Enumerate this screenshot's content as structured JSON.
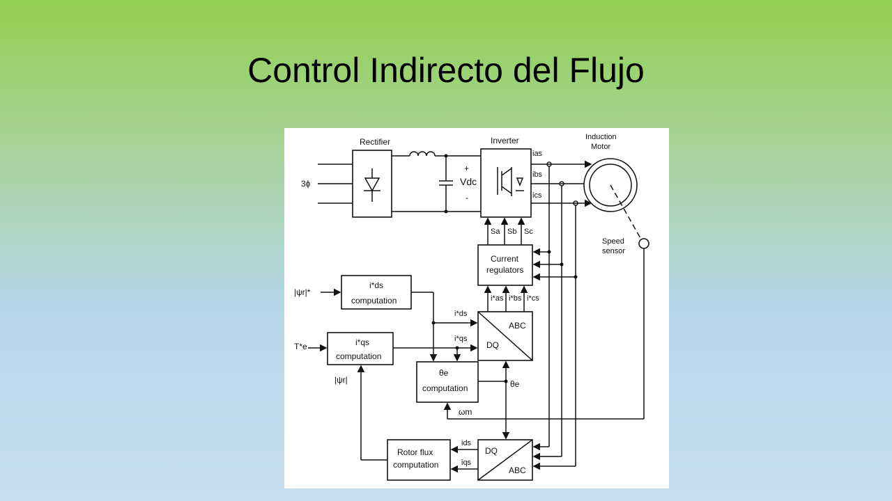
{
  "slide": {
    "title": "Control Indirecto del Flujo"
  },
  "diagram": {
    "blocks": {
      "rectifier": "Rectifier",
      "inverter": "Inverter",
      "motor_line1": "Induction",
      "motor_line2": "Motor",
      "current_reg_line1": "Current",
      "current_reg_line2": "regulators",
      "ids_comp_top": "i*ds",
      "ids_comp_bottom": "computation",
      "iqs_comp_top": "i*qs",
      "iqs_comp_bottom": "computation",
      "theta_comp_top": "θe",
      "theta_comp_bottom": "computation",
      "flux_comp_line1": "Rotor flux",
      "flux_comp_line2": "computation",
      "dq_abc_top_dq": "DQ",
      "dq_abc_top_abc": "ABC",
      "dq_abc_bot_dq": "DQ",
      "dq_abc_bot_abc": "ABC",
      "speed_sensor_line1": "Speed",
      "speed_sensor_line2": "sensor"
    },
    "signals": {
      "three_phase": "3ϕ",
      "vdc": "Vdc",
      "plus": "+",
      "minus": "-",
      "ias": "ias",
      "ibs": "ibs",
      "ics": "ics",
      "sa": "Sa",
      "sb": "Sb",
      "sc": "Sc",
      "ias_ref": "i*as",
      "ibs_ref": "i*bs",
      "ics_ref": "i*cs",
      "psi_ref": "|ψr|*",
      "te_ref": "T*e",
      "psi_est": "|ψr|",
      "ids_ref": "i*ds",
      "iqs_ref": "i*qs",
      "theta_e": "θe",
      "omega_m": "ωm",
      "ids": "ids",
      "iqs": "iqs"
    }
  }
}
